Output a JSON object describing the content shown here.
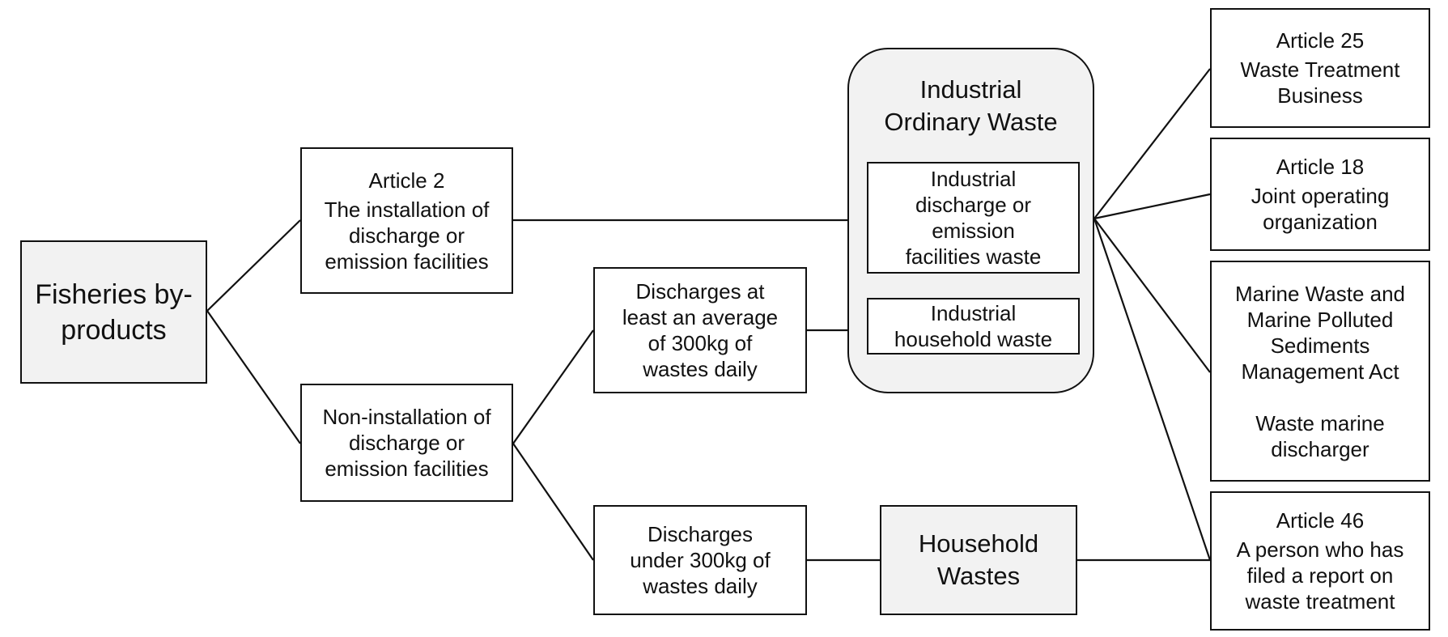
{
  "nodes": {
    "root": {
      "label": "Fisheries by-\nproducts"
    },
    "article2": {
      "heading": "Article 2",
      "label": "The installation of\ndischarge or\nemission facilities"
    },
    "non_installation": {
      "label": "Non-installation of\ndischarge or\nemission facilities"
    },
    "discharge_over": {
      "label": "Discharges at\nleast an average\nof 300kg of\nwastes daily"
    },
    "discharge_under": {
      "label": "Discharges\nunder 300kg of\nwastes daily"
    },
    "industrial_group": {
      "title": "Industrial\nOrdinary Waste",
      "facilities_waste": "Industrial\ndischarge or\nemission\nfacilities waste",
      "household_waste": "Industrial\nhousehold waste"
    },
    "household_wastes": {
      "label": "Household\nWastes"
    },
    "article25": {
      "heading": "Article 25",
      "label": "Waste Treatment\nBusiness"
    },
    "article18": {
      "heading": "Article 18",
      "label": "Joint operating\norganization"
    },
    "marine_act": {
      "label": "Marine Waste and\nMarine Polluted\nSediments\nManagement Act",
      "sub": "Waste marine\ndischarger"
    },
    "article46": {
      "heading": "Article 46",
      "label": "A person who has\nfiled a report on\nwaste treatment"
    }
  }
}
